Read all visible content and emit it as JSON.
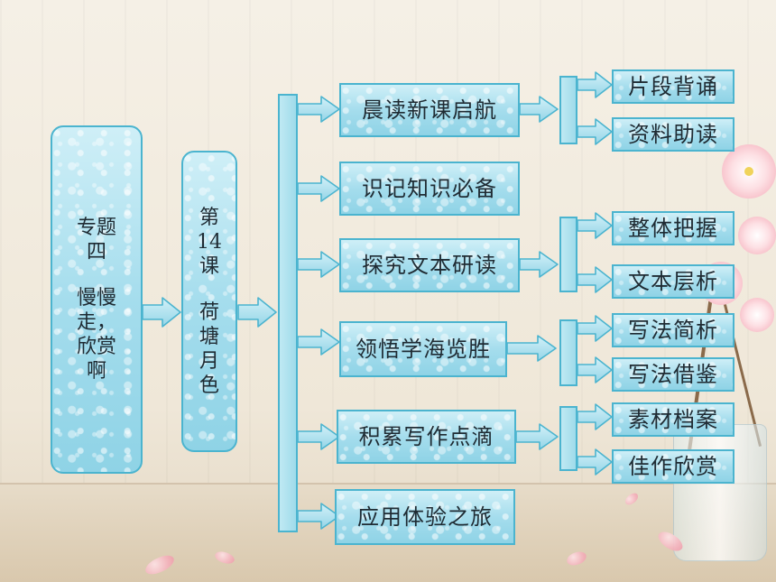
{
  "topic_box": {
    "line1": "专题",
    "line2": "四",
    "line3": "慢慢",
    "line4": "走，",
    "line5": "欣赏",
    "line6": "啊"
  },
  "lesson_box": {
    "line1": "第",
    "line2": "14",
    "line3": "课",
    "line4": "荷",
    "line5": "塘",
    "line6": "月",
    "line7": "色"
  },
  "sections": [
    {
      "label": "晨读新课启航",
      "children": [
        "片段背诵",
        "资料助读"
      ]
    },
    {
      "label": "识记知识必备",
      "children": []
    },
    {
      "label": "探究文本研读",
      "children": [
        "整体把握",
        "文本层析"
      ]
    },
    {
      "label": "领悟学海览胜",
      "children": [
        "写法简析",
        "写法借鉴"
      ]
    },
    {
      "label": "积累写作点滴",
      "children": [
        "素材档案",
        "佳作欣赏"
      ]
    },
    {
      "label": "应用体验之旅",
      "children": []
    }
  ],
  "colors": {
    "box_fill": "#a5dded",
    "box_border": "#4bb4cf",
    "text": "#1f2b33"
  }
}
